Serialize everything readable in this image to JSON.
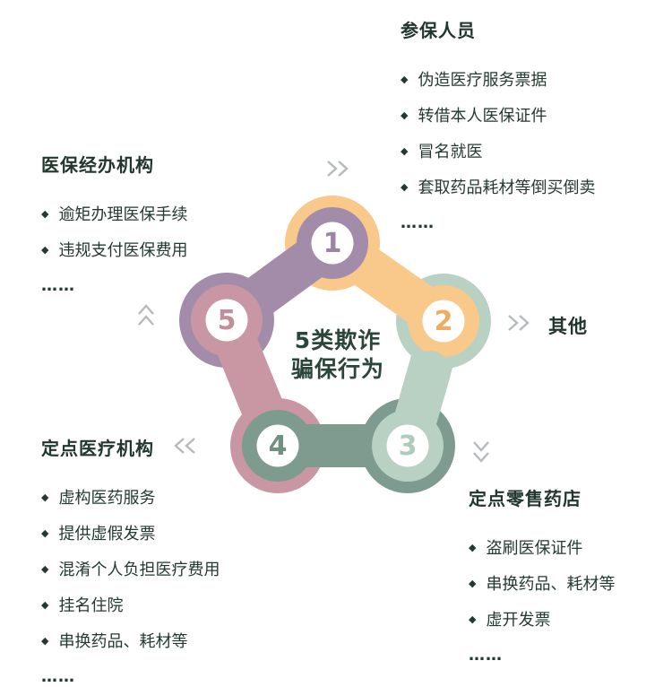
{
  "page": {
    "background": "#ffffff"
  },
  "glyphs": {
    "bullet": "◆"
  },
  "sections": {
    "insured": {
      "title": "参保人员",
      "items": [
        "伪造医疗服务票据",
        "转借本人医保证件",
        "冒名就医",
        "套取药品耗材等倒买倒卖"
      ],
      "ellipsis": "……"
    },
    "agency": {
      "title": "医保经办机构",
      "items": [
        "逾矩办理医保手续",
        "违规支付医保费用"
      ],
      "ellipsis": "……"
    },
    "medical": {
      "title": "定点医疗机构",
      "items": [
        "虚构医药服务",
        "提供虚假发票",
        "混淆个人负担医疗费用",
        "挂名住院",
        "串换药品、耗材等"
      ],
      "ellipsis": "……"
    },
    "pharmacy": {
      "title": "定点零售药店",
      "items": [
        "盗刷医保证件",
        "串换药品、耗材等",
        "虚开发票"
      ],
      "ellipsis": "……"
    },
    "other": {
      "title": "其他"
    }
  },
  "diagram": {
    "center_label": {
      "line1": "5类欺诈",
      "line2": "骗保行为"
    },
    "nodes": [
      {
        "number": "1",
        "color": "#a28caa",
        "number_color": "#9d83a6"
      },
      {
        "number": "2",
        "color": "#f9c88b",
        "number_color": "#efad63"
      },
      {
        "number": "3",
        "color": "#b9d1c3",
        "number_color": "#aecbbb"
      },
      {
        "number": "4",
        "color": "#7d9b8e",
        "number_color": "#6f9182"
      },
      {
        "number": "5",
        "color": "#c997a3",
        "number_color": "#c28e9c"
      }
    ],
    "colors": {
      "chevron": "#b6babc",
      "center_text": "#2a453a",
      "body_text": "#243a30"
    }
  }
}
